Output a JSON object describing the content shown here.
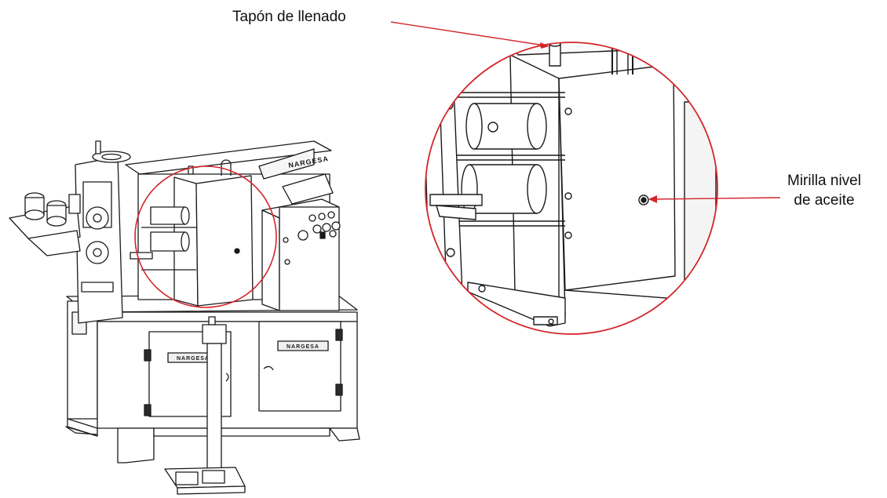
{
  "callouts": {
    "fill_cap": "Tapón de llenado",
    "oil_sight_line1": "Mirilla nivel",
    "oil_sight_line2": "de aceite"
  },
  "brand": {
    "plate_text": "NARGESA",
    "top_plate_text": "NARGESA"
  },
  "colors": {
    "leader_line": "#d4242a",
    "highlight_circle": "#d4242a",
    "line_art": "#1a1a1a",
    "paper": "#ffffff"
  },
  "icons": {
    "leader_tip": "arrowhead-icon",
    "oil_sight_glass": "sight-glass-icon"
  }
}
